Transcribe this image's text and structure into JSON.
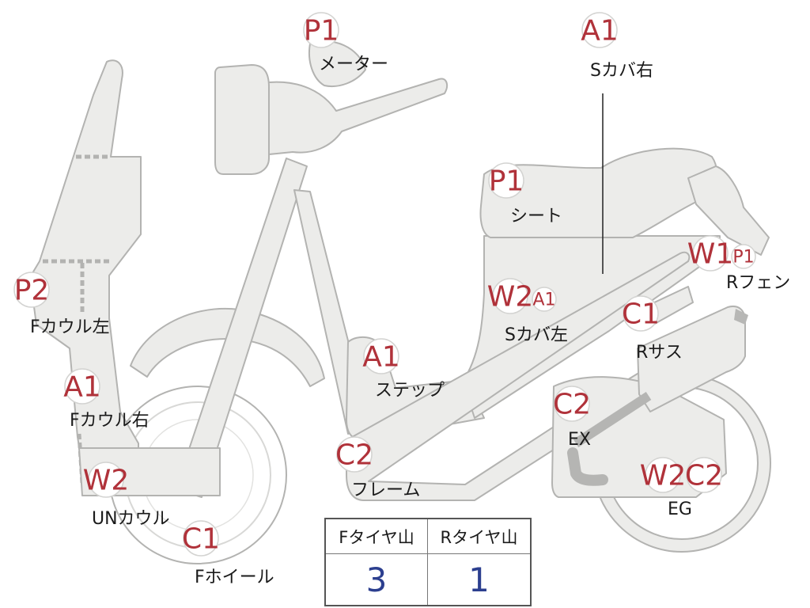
{
  "colors": {
    "badge_text": "#b0323a",
    "table_value": "#2c3f8f",
    "body_fill": "#ececea",
    "outline": "#b3b3b1"
  },
  "callouts": {
    "meter": {
      "codes": [
        "P1"
      ],
      "label": "メーター"
    },
    "s_cover_r": {
      "codes": [
        "A1"
      ],
      "label": "Sカバ右"
    },
    "seat": {
      "codes": [
        "P1"
      ],
      "label": "シート"
    },
    "r_fender": {
      "codes": [
        "W1",
        "P1"
      ],
      "label": "Rフェン"
    },
    "f_cowl_l": {
      "codes": [
        "P2"
      ],
      "label": "Fカウル左"
    },
    "s_cover_l": {
      "codes": [
        "W2",
        "A1"
      ],
      "label": "Sカバ左"
    },
    "r_sus": {
      "codes": [
        "C1"
      ],
      "label": "Rサス"
    },
    "step": {
      "codes": [
        "A1"
      ],
      "label": "ステップ"
    },
    "f_cowl_r": {
      "codes": [
        "A1"
      ],
      "label": "Fカウル右"
    },
    "ex": {
      "codes": [
        "C2"
      ],
      "label": "EX"
    },
    "frame": {
      "codes": [
        "C2"
      ],
      "label": "フレーム"
    },
    "un_cowl": {
      "codes": [
        "W2"
      ],
      "label": "UNカウル"
    },
    "eg": {
      "codes": [
        "W2",
        "C2"
      ],
      "label": "EG"
    },
    "f_wheel": {
      "codes": [
        "C1"
      ],
      "label": "Fホイール"
    }
  },
  "tire_table": {
    "headers": [
      "Fタイヤ山",
      "Rタイヤ山"
    ],
    "values": [
      "3",
      "1"
    ]
  }
}
